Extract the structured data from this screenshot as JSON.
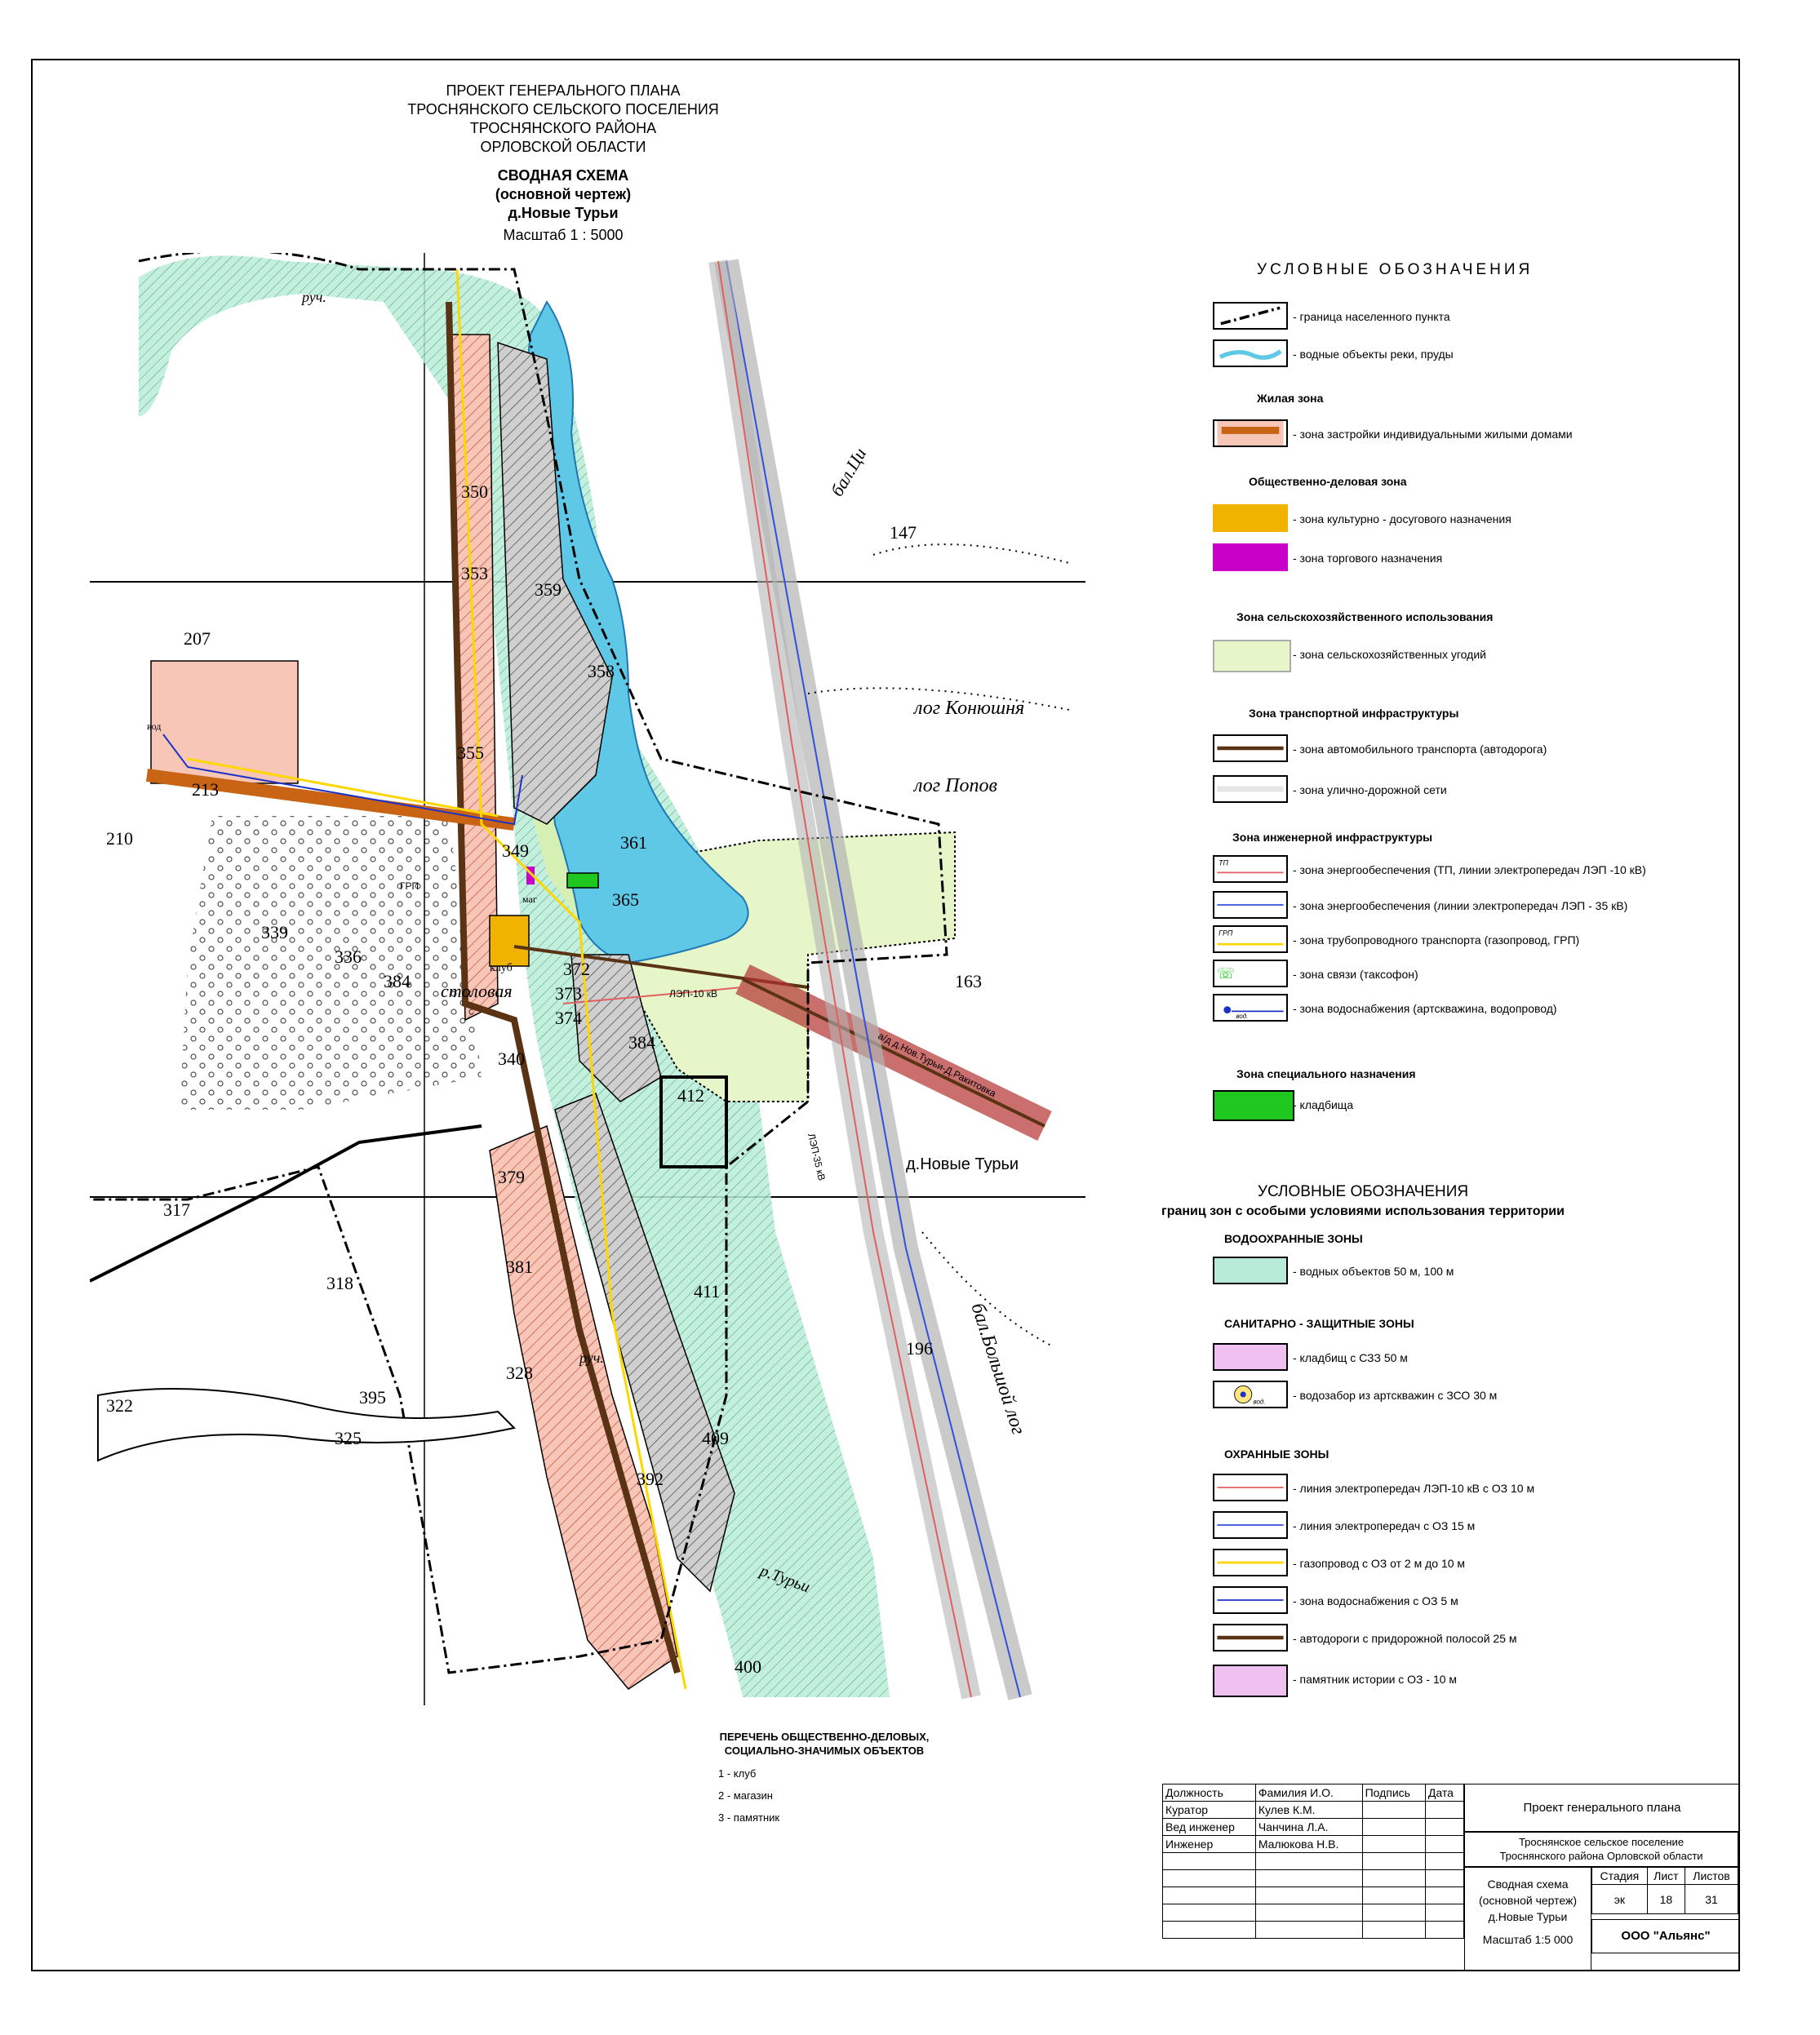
{
  "title": {
    "lines": [
      "ПРОЕКТ  ГЕНЕРАЛЬНОГО  ПЛАНА",
      "ТРОСНЯНСКОГО СЕЛЬСКОГО ПОСЕЛЕНИЯ",
      "ТРОСНЯНСКОГО РАЙОНА",
      "ОРЛОВСКОЙ ОБЛАСТИ"
    ],
    "scheme": "СВОДНАЯ СХЕМА",
    "sub": "(основной чертеж)",
    "village": "д.Новые Турьи",
    "scale": "Масштаб 1 : 5000"
  },
  "map": {
    "village_label": "д.Новые Турьи",
    "labels": {
      "stolovaya": "столовая",
      "klub": "клуб",
      "mag": "маг",
      "grp": "ГРП",
      "vod": "вод",
      "log_konyushnya": "лог Конюшня",
      "log_popov": "лог Попов",
      "balka_bolshoy": "бал.Большой лог",
      "ruch_top": "руч.",
      "ruch_bottom": "руч.",
      "turi": "р.Турьи",
      "balka_ci": "бал.Ци",
      "lep10": "ЛЭП-10 кВ",
      "lep35": "ЛЭП-35 кВ",
      "road": "а/д д.Нов.Турьи-Д.Ракитовка",
      "n207": "207",
      "n213": "213",
      "n210": "210",
      "n339": "339",
      "n336": "336",
      "n384": "384",
      "n359": "359",
      "n358": "358",
      "n361": "361",
      "n365": "365",
      "n372": "372",
      "n373": "373",
      "n374": "374",
      "n384b": "384",
      "n340": "340",
      "n318": "318",
      "n317": "317",
      "n322": "322",
      "n325": "325",
      "n328": "328",
      "n411": "411",
      "n412": "412",
      "n409": "409",
      "n395": "395",
      "n355": "355",
      "n350": "350",
      "n353": "353",
      "n349": "349",
      "n392": "392",
      "n163": "163",
      "n196": "196",
      "n147": "147",
      "n379": "379",
      "n381": "381",
      "n400": "400"
    }
  },
  "legend": {
    "heading": "УСЛОВНЫЕ  ОБОЗНАЧЕНИЯ",
    "items": [
      {
        "label": "- граница населенного пункта"
      },
      {
        "label": "- водные объекты реки, пруды"
      },
      {
        "section": "Жилая зона"
      },
      {
        "label": "- зона застройки индивидуальными жилыми домами"
      },
      {
        "section": "Общественно-деловая зона"
      },
      {
        "label": "- зона культурно - досугового назначения"
      },
      {
        "label": "- зона торгового назначения"
      },
      {
        "section": "Зона сельскохозяйственного использования"
      },
      {
        "label": "- зона сельскохозяйственных угодий"
      },
      {
        "section": "Зона транспортной инфраструктуры"
      },
      {
        "label": "- зона автомобильного транспорта (автодорога)"
      },
      {
        "label": "- зона улично-дорожной сети"
      },
      {
        "section": "Зона инженерной инфраструктуры"
      },
      {
        "label": "- зона энергообеспечения (ТП, линии электропередач ЛЭП -10 кВ)",
        "tag": "ТП"
      },
      {
        "label": "- зона энергообеспечения (линии электропередач ЛЭП - 35 кВ)"
      },
      {
        "label": "- зона трубопроводного транспорта (газопровод,  ГРП)",
        "tag": "ГРП"
      },
      {
        "label": "- зона связи (таксофон)"
      },
      {
        "label": "- зона водоснабжения (артскважина, водопровод)",
        "tag": "вод."
      },
      {
        "section": "Зона специального назначения"
      },
      {
        "label": "- кладбища"
      }
    ],
    "heading2": "УСЛОВНЫЕ ОБОЗНАЧЕНИЯ",
    "heading2_sub": "границ зон с особыми условиями использования территории",
    "items2": [
      {
        "section": "ВОДООХРАННЫЕ ЗОНЫ"
      },
      {
        "label": "- водных объектов  50 м, 100 м"
      },
      {
        "section": "САНИТАРНО - ЗАЩИТНЫЕ ЗОНЫ"
      },
      {
        "label": "- кладбищ с СЗЗ 50 м"
      },
      {
        "label": "- водозабор из артскважин с ЗСО  30 м",
        "tag": "вод."
      },
      {
        "section": "ОХРАННЫЕ ЗОНЫ"
      },
      {
        "label": "- линия электропередач ЛЭП-10 кВ с ОЗ  10 м"
      },
      {
        "label": "- линия электропередач с ОЗ  15 м"
      },
      {
        "label": "- газопровод с ОЗ  от 2 м до 10 м"
      },
      {
        "label": "- зона водоснабжения с ОЗ 5 м"
      },
      {
        "label": "- автодороги с придорожной полосой   25 м"
      },
      {
        "label": "-  памятник истории с ОЗ - 10 м"
      }
    ],
    "colors": {
      "residential": "#f7c6b6",
      "cultural": "#f0b400",
      "trade": "#c800c8",
      "agri": "#e6f6c8",
      "road": "#5a3214",
      "water": "#5fc8e6",
      "waterzone": "#a8e6d2",
      "cemetery": "#1ec81e"
    }
  },
  "objects_list": {
    "heading": [
      "ПЕРЕЧЕНЬ  ОБЩЕСТВЕННО-ДЕЛОВЫХ,",
      "СОЦИАЛЬНО-ЗНАЧИМЫХ ОБЪЕКТОВ"
    ],
    "items": [
      "1 - клуб",
      "2 - магазин",
      "3 - памятник"
    ]
  },
  "stamp": {
    "headers": [
      "Должность",
      "Фамилия И.О.",
      "Подпись",
      "Дата"
    ],
    "rows": [
      [
        "Куратор",
        "Кулев К.М."
      ],
      [
        "Вед инженер",
        "Чанчина Л.А."
      ],
      [
        "Инженер",
        "Малюкова Н.В."
      ]
    ],
    "project": "Проект генерального плана",
    "settlement": [
      "Троснянское сельское поселение",
      "Троснянского района  Орловской области"
    ],
    "sheet_name": [
      "Сводная схема",
      "(основной чертеж)",
      "д.Новые Турьи"
    ],
    "scale": "Масштаб 1:5 000",
    "stage_h": "Стадия",
    "sheet_h": "Лист",
    "sheets_h": "Листов",
    "stage": "эк",
    "sheet": "18",
    "sheets": "31",
    "company": "ООО \"Альянс\""
  }
}
